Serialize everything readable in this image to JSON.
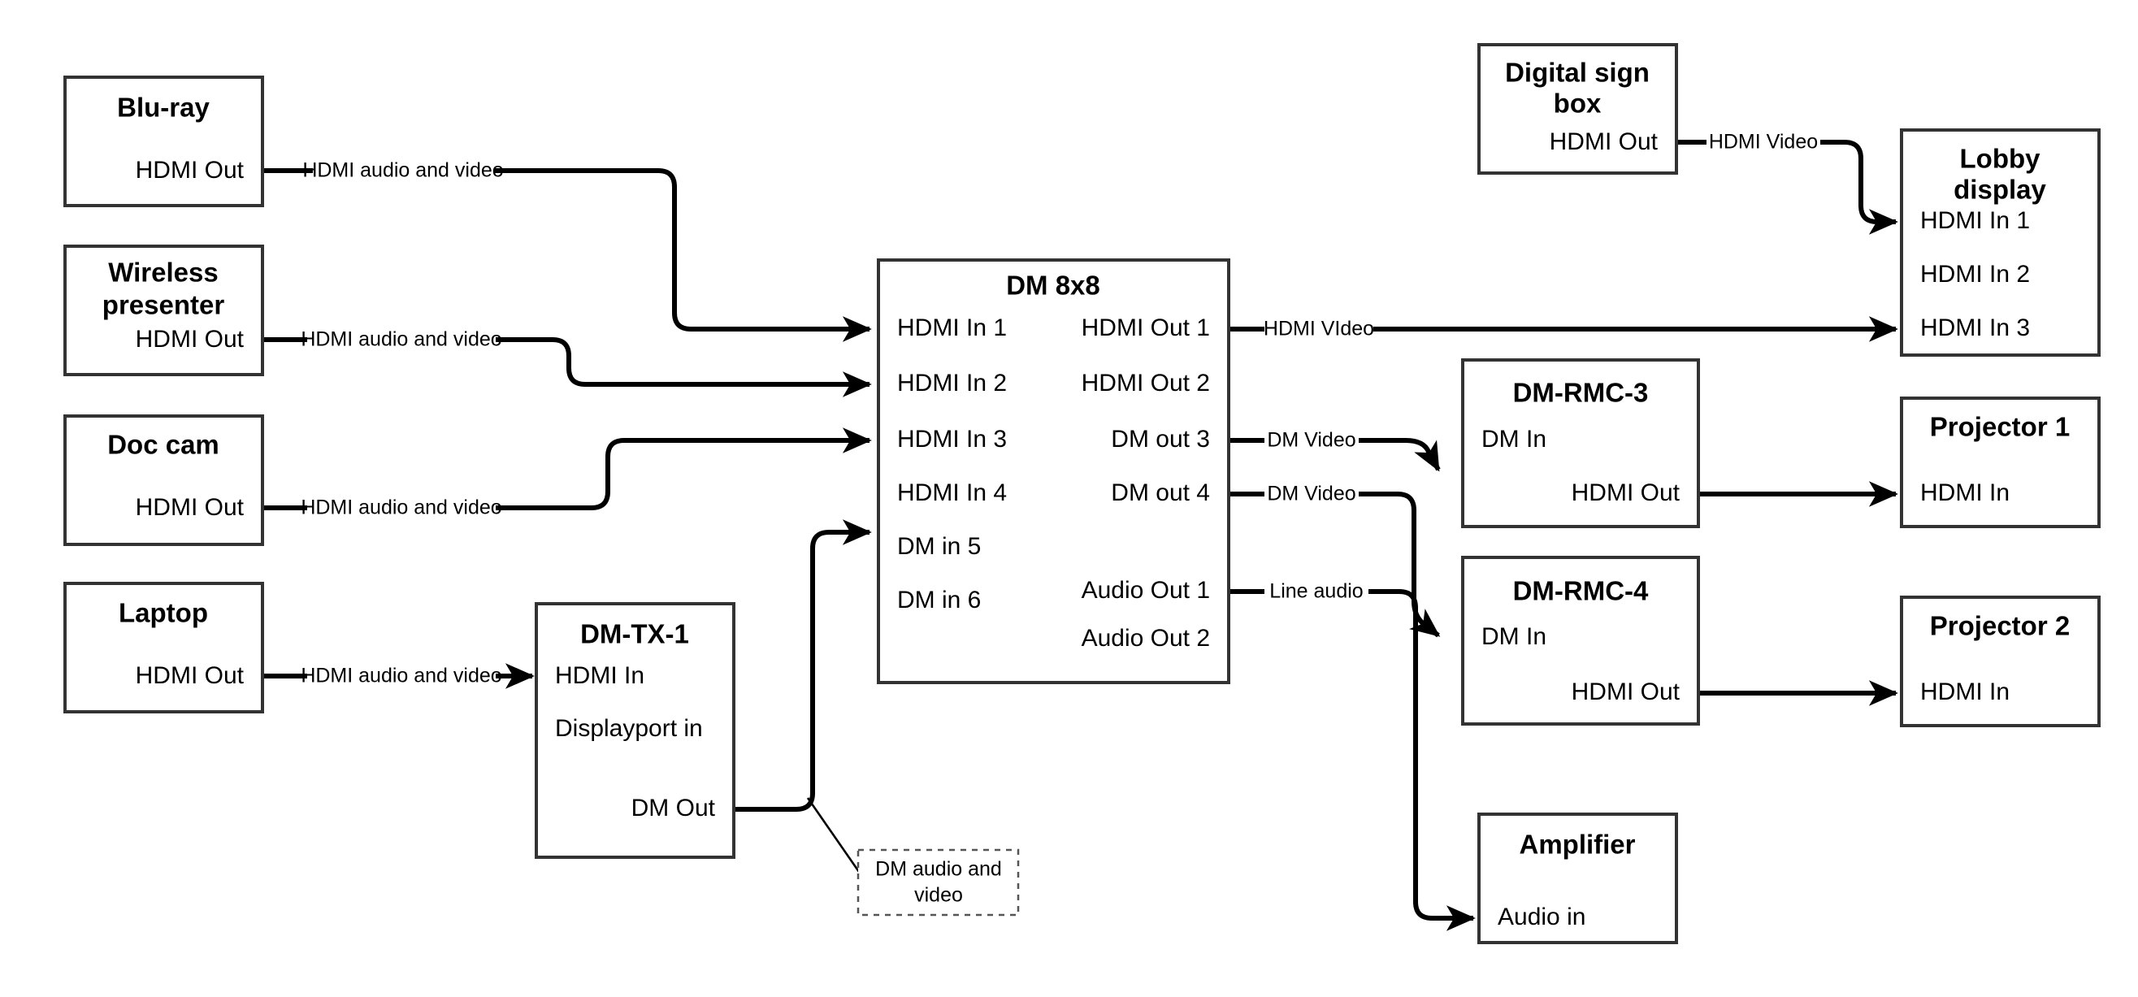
{
  "diagram": {
    "title": "AV signal routing diagram",
    "accent_color": "#000000",
    "box_border_color": "#333333",
    "note_border_color": "#555555",
    "background": "#ffffff"
  },
  "nodes": {
    "bluray": {
      "title": "Blu-ray",
      "ports": {
        "out1": "HDMI Out"
      }
    },
    "wireless": {
      "title_line1": "Wireless",
      "title_line2": "presenter",
      "ports": {
        "out1": "HDMI Out"
      }
    },
    "doccam": {
      "title": "Doc cam",
      "ports": {
        "out1": "HDMI Out"
      }
    },
    "laptop": {
      "title": "Laptop",
      "ports": {
        "out1": "HDMI Out"
      }
    },
    "dmtx1": {
      "title": "DM-TX-1",
      "ports": {
        "in1": "HDMI In",
        "in2": "Displayport in",
        "out1": "DM Out"
      }
    },
    "dm8x8": {
      "title": "DM 8x8",
      "inputs": [
        "HDMI In 1",
        "HDMI In 2",
        "HDMI In 3",
        "HDMI In 4",
        "DM in 5",
        "DM in 6"
      ],
      "outputs": [
        "HDMI Out 1",
        "HDMI Out 2",
        "DM out 3",
        "DM out 4",
        "Audio Out 1",
        "Audio Out 2"
      ]
    },
    "digitalsign": {
      "title_line1": "Digital sign",
      "title_line2": "box",
      "ports": {
        "out1": "HDMI Out"
      }
    },
    "lobby": {
      "title_line1": "Lobby",
      "title_line2": "display",
      "inputs": [
        "HDMI In 1",
        "HDMI In 2",
        "HDMI In 3"
      ]
    },
    "rmc3": {
      "title": "DM-RMC-3",
      "ports": {
        "in1": "DM In",
        "out1": "HDMI Out"
      }
    },
    "rmc4": {
      "title": "DM-RMC-4",
      "ports": {
        "in1": "DM In",
        "out1": "HDMI Out"
      }
    },
    "proj1": {
      "title": "Projector 1",
      "ports": {
        "in1": "HDMI In"
      }
    },
    "proj2": {
      "title": "Projector 2",
      "ports": {
        "in1": "HDMI In"
      }
    },
    "amplifier": {
      "title": "Amplifier",
      "ports": {
        "in1": "Audio in"
      }
    }
  },
  "edge_labels": {
    "bluray_to_dm": "HDMI audio and video",
    "wireless_to_dm": "HDMI audio and video",
    "doccam_to_dm": "HDMI audio and video",
    "laptop_to_tx": "HDMI audio and video",
    "sign_to_lobby": "HDMI Video",
    "dm_to_lobby": "HDMI VIdeo",
    "dm_to_rmc3": "DM Video",
    "dm_to_rmc4": "DM Video",
    "dm_to_amp": "Line audio"
  },
  "notes": {
    "dm_av": {
      "line1": "DM audio and",
      "line2": "video"
    }
  }
}
